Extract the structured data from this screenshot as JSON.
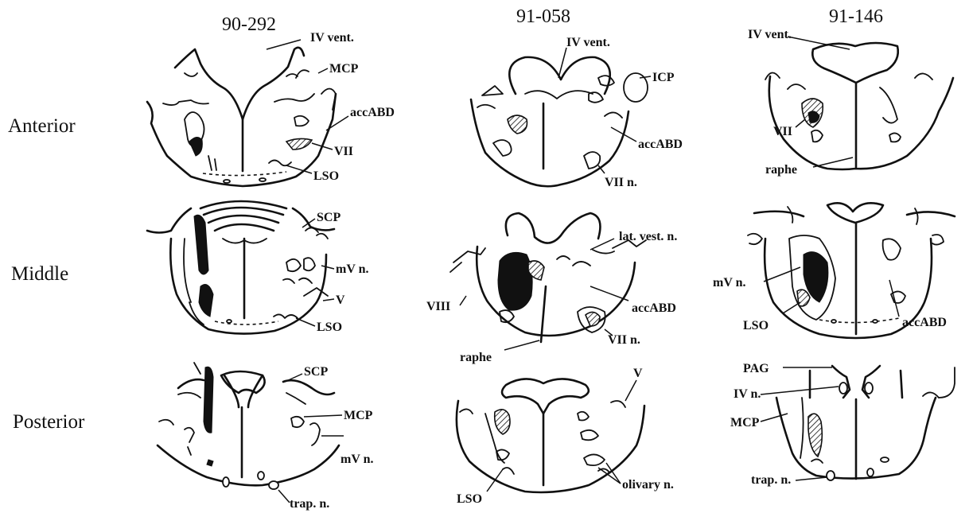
{
  "columns": {
    "c1": "90-292",
    "c2": "91-058",
    "c3": "91-146"
  },
  "rows": {
    "r1": "Anterior",
    "r2": "Middle",
    "r3": "Posterior"
  },
  "labels": {
    "a1": {
      "iv_vent": "IV vent.",
      "mcp": "MCP",
      "accabd": "accABD",
      "vii": "VII",
      "lso": "LSO"
    },
    "a2": {
      "iv_vent": "IV vent.",
      "icp": "ICP",
      "accabd": "accABD",
      "vii_n": "VII n."
    },
    "a3": {
      "iv_vent": "IV vent.",
      "vii": "VII",
      "raphe": "raphe"
    },
    "m1": {
      "scp": "SCP",
      "mv_n": "mV n.",
      "v": "V",
      "lso": "LSO"
    },
    "m2": {
      "lat_vest_n": "lat. vest. n.",
      "viii": "VIII",
      "accabd": "accABD",
      "raphe": "raphe",
      "vii_n": "VII n."
    },
    "m3": {
      "mv_n": "mV n.",
      "lso": "LSO",
      "accabd": "accABD"
    },
    "p1": {
      "scp": "SCP",
      "mcp": "MCP",
      "mv_n": "mV n.",
      "trap_n": "trap. n."
    },
    "p2": {
      "v": "V",
      "lso": "LSO",
      "olivary_n": "olivary n."
    },
    "p3": {
      "pag": "PAG",
      "iv_n": "IV n.",
      "mcp": "MCP",
      "trap_n": "trap. n."
    }
  }
}
